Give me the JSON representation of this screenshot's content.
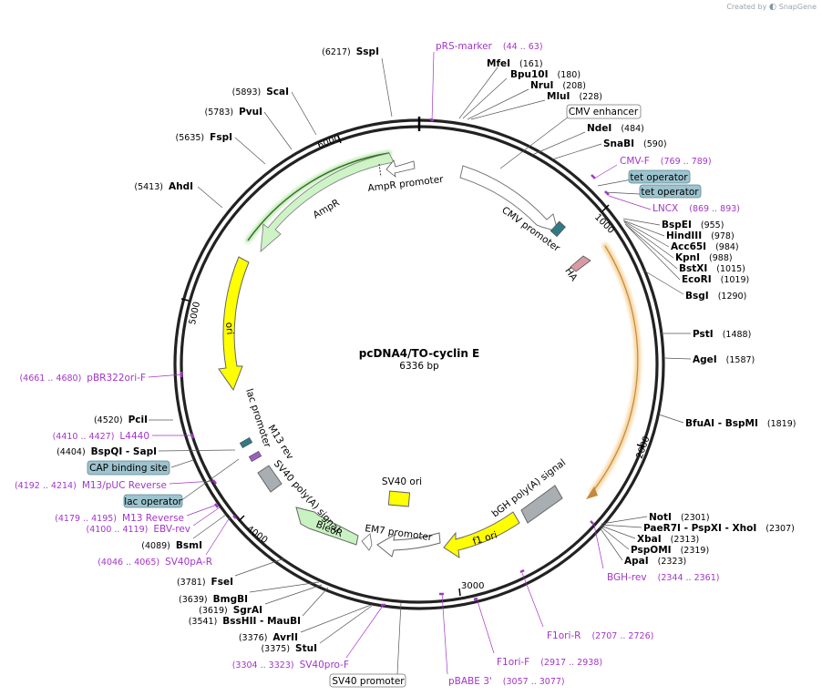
{
  "credit": {
    "prefix": "Created by",
    "brand": "SnapGene"
  },
  "plasmid": {
    "name": "pcDNA4/TO-cyclin E",
    "size": "6336 bp"
  },
  "ticks": [
    {
      "label": "1000"
    },
    {
      "label": "2000"
    },
    {
      "label": "3000"
    },
    {
      "label": "4000"
    },
    {
      "label": "5000"
    },
    {
      "label": "6000"
    }
  ],
  "enzymes": [
    {
      "name": "SspI",
      "pos": "(6217)"
    },
    {
      "name": "MfeI",
      "pos": "(161)"
    },
    {
      "name": "Bpu10I",
      "pos": "(180)"
    },
    {
      "name": "NruI",
      "pos": "(208)"
    },
    {
      "name": "MluI",
      "pos": "(228)"
    },
    {
      "name": "NdeI",
      "pos": "(484)"
    },
    {
      "name": "SnaBI",
      "pos": "(590)"
    },
    {
      "name": "BspEI",
      "pos": "(955)"
    },
    {
      "name": "HindIII",
      "pos": "(978)"
    },
    {
      "name": "Acc65I",
      "pos": "(984)"
    },
    {
      "name": "KpnI",
      "pos": "(988)"
    },
    {
      "name": "BstXI",
      "pos": "(1015)"
    },
    {
      "name": "EcoRI",
      "pos": "(1019)"
    },
    {
      "name": "BsgI",
      "pos": "(1290)"
    },
    {
      "name": "PstI",
      "pos": "(1488)"
    },
    {
      "name": "AgeI",
      "pos": "(1587)"
    },
    {
      "name": "BfuAI - BspMI",
      "pos": "(1819)"
    },
    {
      "name": "NotI",
      "pos": "(2301)"
    },
    {
      "name": "PaeR7I - PspXI - XhoI",
      "pos": "(2307)"
    },
    {
      "name": "XbaI",
      "pos": "(2313)"
    },
    {
      "name": "PspOMI",
      "pos": "(2319)"
    },
    {
      "name": "ApaI",
      "pos": "(2323)"
    },
    {
      "name": "ScaI",
      "pos": "(5893)"
    },
    {
      "name": "PvuI",
      "pos": "(5783)"
    },
    {
      "name": "FspI",
      "pos": "(5635)"
    },
    {
      "name": "AhdI",
      "pos": "(5413)"
    },
    {
      "name": "PciI",
      "pos": "(4520)"
    },
    {
      "name": "BspQI - SapI",
      "pos": "(4404)"
    },
    {
      "name": "BsmI",
      "pos": "(4089)"
    },
    {
      "name": "FseI",
      "pos": "(3781)"
    },
    {
      "name": "BmgBI",
      "pos": "(3639)"
    },
    {
      "name": "SgrAI",
      "pos": "(3619)"
    },
    {
      "name": "BssHII - MauBI",
      "pos": "(3541)"
    },
    {
      "name": "AvrII",
      "pos": "(3376)"
    },
    {
      "name": "StuI",
      "pos": "(3375)"
    }
  ],
  "primers": [
    {
      "name": "pRS-marker",
      "range": "(44 .. 63)"
    },
    {
      "name": "CMV-F",
      "range": "(769 .. 789)"
    },
    {
      "name": "LNCX",
      "range": "(869 .. 893)"
    },
    {
      "name": "BGH-rev",
      "range": "(2344 .. 2361)"
    },
    {
      "name": "F1ori-R",
      "range": "(2707 .. 2726)"
    },
    {
      "name": "F1ori-F",
      "range": "(2917 .. 2938)"
    },
    {
      "name": "pBABE 3'",
      "range": "(3057 .. 3077)"
    },
    {
      "name": "SV40pro-F",
      "range": "(3304 .. 3323)"
    },
    {
      "name": "SV40pA-R",
      "range": "(4046 .. 4065)"
    },
    {
      "name": "EBV-rev",
      "range": "(4100 .. 4119)"
    },
    {
      "name": "M13 Reverse",
      "range": "(4179 .. 4195)"
    },
    {
      "name": "M13/pUC Reverse",
      "range": "(4192 .. 4214)"
    },
    {
      "name": "L4440",
      "range": "(4410 .. 4427)"
    },
    {
      "name": "pBR322ori-F",
      "range": "(4661 .. 4680)"
    }
  ],
  "boxed_features": [
    {
      "name": "CMV enhancer"
    },
    {
      "name": "tet operator"
    },
    {
      "name": "tet operator"
    },
    {
      "name": "CAP binding site"
    },
    {
      "name": "lac operator"
    },
    {
      "name": "SV40 promoter"
    }
  ],
  "features": [
    {
      "name": "CMV promoter"
    },
    {
      "name": "HA"
    },
    {
      "name": "bGH poly(A) signal"
    },
    {
      "name": "f1 ori"
    },
    {
      "name": "SV40 ori"
    },
    {
      "name": "EM7 promoter"
    },
    {
      "name": "BleoR"
    },
    {
      "name": "SV40 poly(A) signal"
    },
    {
      "name": "M13 rev"
    },
    {
      "name": "lac promoter"
    },
    {
      "name": "ori"
    },
    {
      "name": "AmpR"
    },
    {
      "name": "AmpR promoter"
    }
  ],
  "colors": {
    "backbone": "#222222",
    "primer": "#a335c8",
    "amp_fill": "#c9f2c2",
    "ori_fill": "#ffff00",
    "gene_fill": "#ffffff",
    "gray_fill": "#a9aeb3",
    "teal_fill": "#2f7a86",
    "tet_box": "#9cc3ce",
    "orange_glow": "#f0b557",
    "green_glow": "#7fd46b"
  }
}
